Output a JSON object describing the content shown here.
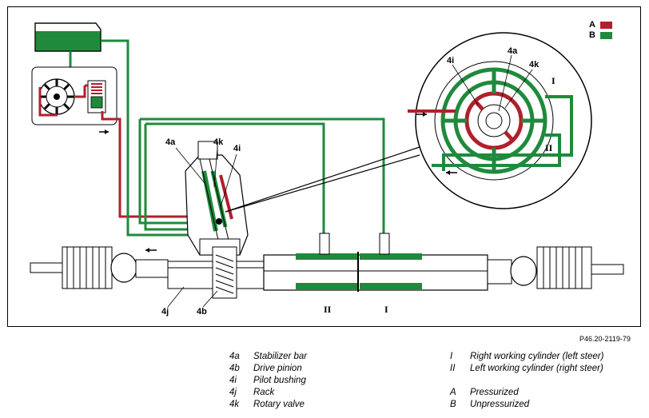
{
  "colors": {
    "pressurized": "#b0202c",
    "unpressurized": "#1f8a3c",
    "line": "#000000"
  },
  "key": {
    "a": {
      "letter": "A"
    },
    "b": {
      "letter": "B"
    }
  },
  "diagram_labels": {
    "l4a": "4a",
    "l4k": "4k",
    "l4i": "4i",
    "l4j": "4j",
    "l4b": "4b",
    "cyl_ii": "II",
    "cyl_i": "I",
    "zoom_4i": "4i",
    "zoom_4a": "4a",
    "zoom_4k": "4k",
    "zoom_i": "I",
    "zoom_ii": "II"
  },
  "figure_id": "P46.20-2119-79",
  "legend": {
    "left": [
      {
        "code": "4a",
        "text": "Stabilizer bar"
      },
      {
        "code": "4b",
        "text": "Drive pinion"
      },
      {
        "code": "4i",
        "text": "Pilot bushing"
      },
      {
        "code": "4j",
        "text": "Rack"
      },
      {
        "code": "4k",
        "text": "Rotary valve"
      }
    ],
    "right": [
      {
        "code": "I",
        "text": "Right working cylinder (left steer)"
      },
      {
        "code": "II",
        "text": "Left working cylinder (right steer)"
      },
      {
        "code": "A",
        "text": "Pressurized"
      },
      {
        "code": "B",
        "text": "Unpressurized"
      }
    ]
  }
}
